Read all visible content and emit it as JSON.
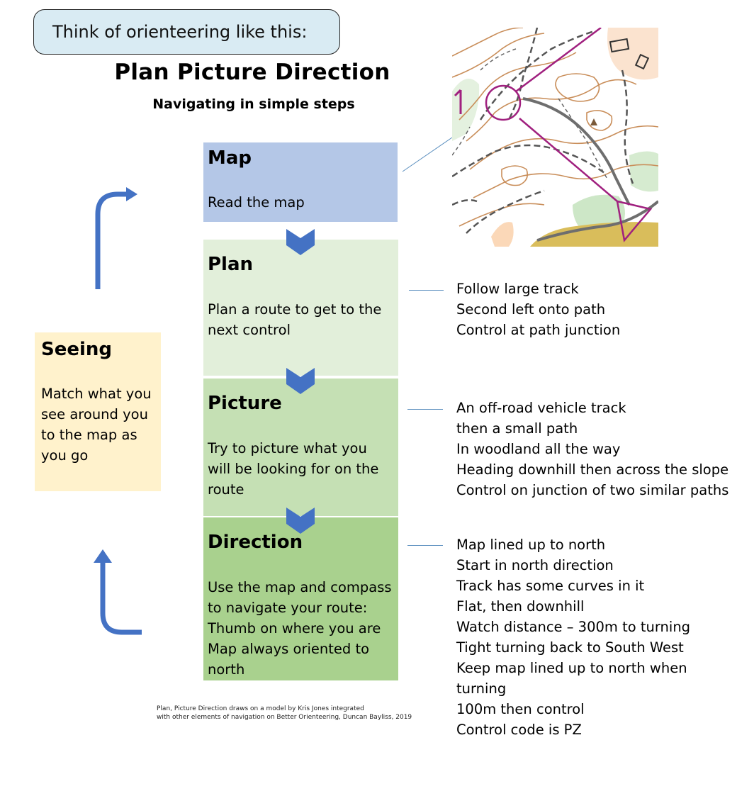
{
  "callout": "Think of orienteering like this:",
  "title": "Plan  Picture  Direction",
  "subtitle": "Navigating in simple steps",
  "steps": {
    "map": {
      "heading": "Map",
      "text": "Read the map"
    },
    "plan": {
      "heading": "Plan",
      "text": "Plan a route to get to the\nnext control"
    },
    "picture": {
      "heading": "Picture",
      "text": "Try to picture what you\nwill be looking for on the\nroute"
    },
    "direction": {
      "heading": "Direction",
      "text": "Use the map and compass\nto navigate your route:\nThumb on where you are\nMap always oriented to\nnorth"
    }
  },
  "seeing": {
    "heading": "Seeing",
    "text": "Match what you\nsee around you\nto the map as\nyou go"
  },
  "notes": {
    "plan": "Follow large track\nSecond left onto path\nControl at path junction",
    "picture": "An off-road vehicle track\nthen a small path\nIn woodland all the way\nHeading downhill then across the slope\nControl on junction of two similar paths",
    "direction": "Map lined up to north\nStart in north direction\nTrack has some curves in it\nFlat, then downhill\nWatch distance – 300m to turning\nTight turning back to South West\nKeep map lined up to north when\nturning\n100m then control\nControl code is PZ"
  },
  "footnote": "Plan, Picture  Direction  draws on a model  by Kris Jones integrated\nwith  other elements of navigation on Better  Orienteering,  Duncan  Bayliss, 2019",
  "colors": {
    "map_box": "#b4c7e7",
    "plan_box": "#e2efda",
    "picture_box": "#c5e0b4",
    "direction_box": "#a9d18e",
    "seeing_box": "#fff2cc",
    "callout_fill": "#d9ebf3",
    "arrow": "#4472c4",
    "course_line": "#a0207f"
  },
  "icons": [
    "chevron-down-icon",
    "arrow-curved-right-icon",
    "arrow-curved-up-icon"
  ],
  "map_image": "orienteering-map-excerpt"
}
